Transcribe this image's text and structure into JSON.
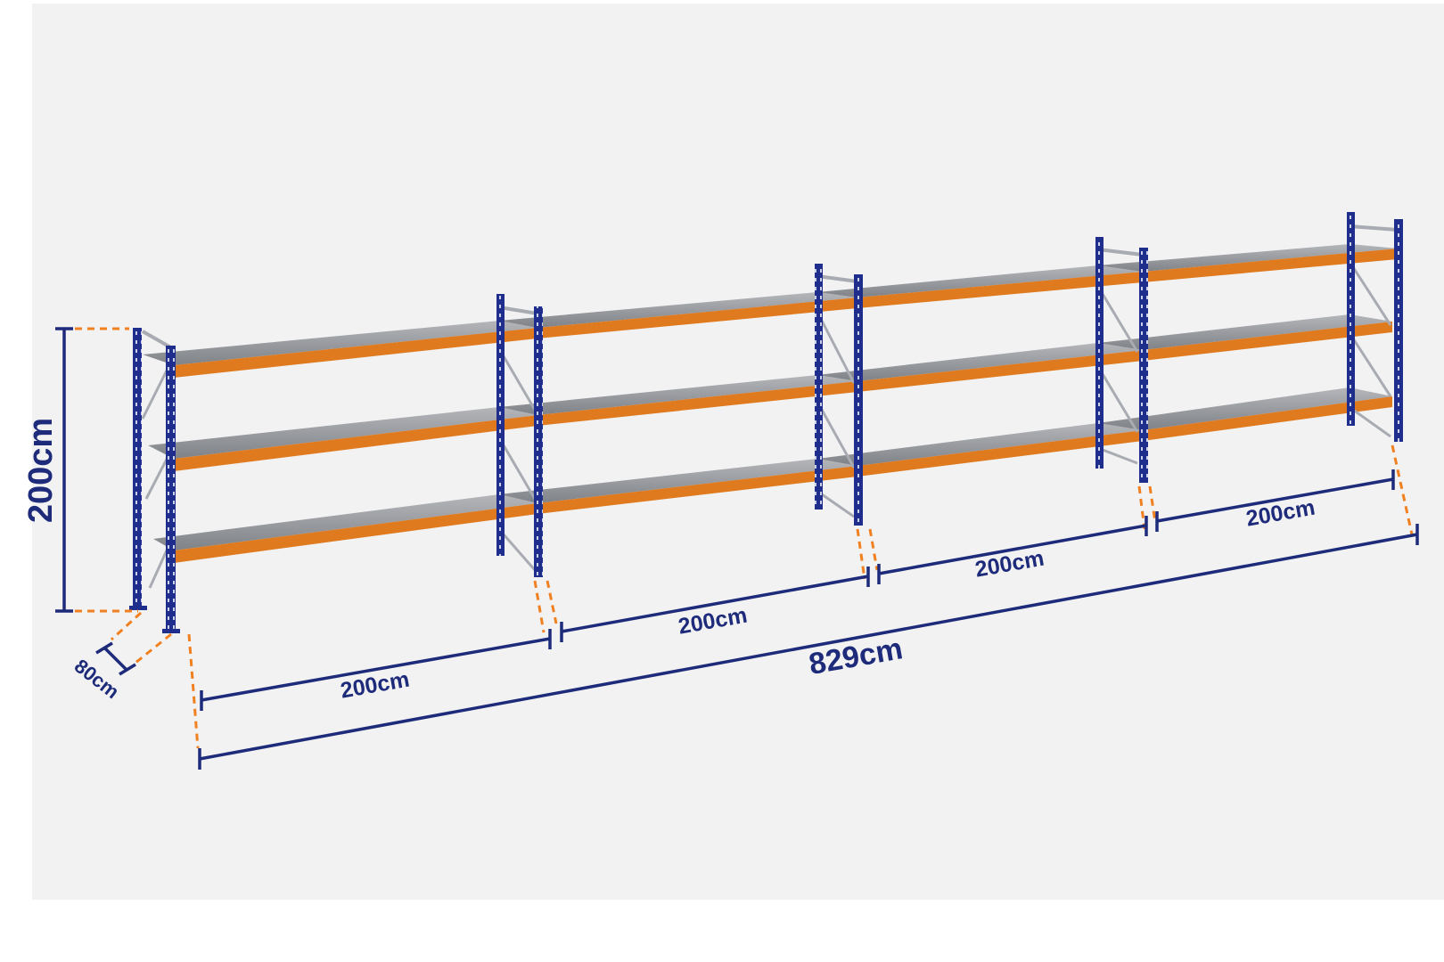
{
  "labels": {
    "height": "200cm",
    "depth": "80cm",
    "total_length": "829cm",
    "bay_1": "200cm",
    "bay_2": "200cm",
    "bay_3": "200cm",
    "bay_4": "200cm"
  },
  "colors": {
    "frame": "#1f2e8c",
    "beam": "#e07a1f",
    "shelf": "#8f9297",
    "dimension_line": "#1d2b7a",
    "extension_line": "#f08020"
  }
}
